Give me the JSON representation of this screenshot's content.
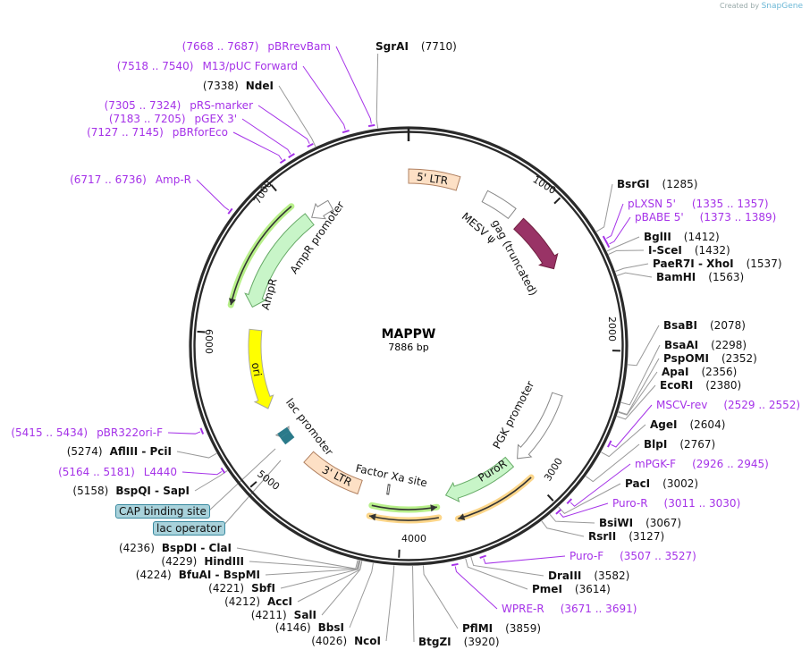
{
  "credit": {
    "prefix": "Created by",
    "brand": "SnapGene"
  },
  "plasmid": {
    "name": "MAPPW",
    "length": "7886 bp",
    "total_bp": 7886
  },
  "ticks": [
    "1000",
    "2000",
    "3000",
    "4000",
    "5000",
    "6000",
    "7000"
  ],
  "enzymes": [
    {
      "name": "SgrAI",
      "pos": "(7710)"
    },
    {
      "name": "BsrGI",
      "pos": "(1285)"
    },
    {
      "name": "BglII",
      "pos": "(1412)"
    },
    {
      "name": "I-SceI",
      "pos": "(1432)"
    },
    {
      "name": "PaeR7I  - XhoI",
      "pos": "(1537)"
    },
    {
      "name": "BamHI",
      "pos": "(1563)"
    },
    {
      "name": "BsaBI",
      "pos": "(2078)"
    },
    {
      "name": "BsaAI",
      "pos": "(2298)"
    },
    {
      "name": "PspOMI",
      "pos": "(2352)"
    },
    {
      "name": "ApaI",
      "pos": "(2356)"
    },
    {
      "name": "EcoRI",
      "pos": "(2380)"
    },
    {
      "name": "AgeI",
      "pos": "(2604)"
    },
    {
      "name": "BlpI",
      "pos": "(2767)"
    },
    {
      "name": "PacI",
      "pos": "(3002)"
    },
    {
      "name": "BsiWI",
      "pos": "(3067)"
    },
    {
      "name": "RsrII",
      "pos": "(3127)"
    },
    {
      "name": "DraIII",
      "pos": "(3582)"
    },
    {
      "name": "PmeI",
      "pos": "(3614)"
    },
    {
      "name": "PflMI",
      "pos": "(3859)"
    },
    {
      "name": "BtgZI",
      "pos": "(3920)"
    },
    {
      "name": "NcoI",
      "pos": "(4026)"
    },
    {
      "name": "BbsI",
      "pos": "(4146)"
    },
    {
      "name": "SalI",
      "pos": "(4211)"
    },
    {
      "name": "AccI",
      "pos": "(4212)"
    },
    {
      "name": "SbfI",
      "pos": "(4221)"
    },
    {
      "name": "BfuAI  - BspMI",
      "pos": "(4224)"
    },
    {
      "name": "HindIII",
      "pos": "(4229)"
    },
    {
      "name": "BspDI  - ClaI",
      "pos": "(4236)"
    },
    {
      "name": "BspQI  - SapI",
      "pos": "(5158)"
    },
    {
      "name": "AflIII  - PciI",
      "pos": "(5274)"
    },
    {
      "name": "NdeI",
      "pos": "(7338)"
    }
  ],
  "primers": [
    {
      "name": "pBRrevBam",
      "range": "(7668 .. 7687)"
    },
    {
      "name": "M13/pUC Forward",
      "range": "(7518 .. 7540)"
    },
    {
      "name": "pRS-marker",
      "range": "(7305 .. 7324)"
    },
    {
      "name": "pGEX 3'",
      "range": "(7183 .. 7205)"
    },
    {
      "name": "pBRforEco",
      "range": "(7127 .. 7145)"
    },
    {
      "name": "Amp-R",
      "range": "(6717 .. 6736)"
    },
    {
      "name": "pBR322ori-F",
      "range": "(5415 .. 5434)"
    },
    {
      "name": "L4440",
      "range": "(5164 .. 5181)"
    },
    {
      "name": "pLXSN 5'",
      "range": "(1335 .. 1357)"
    },
    {
      "name": "pBABE 5'",
      "range": "(1373 .. 1389)"
    },
    {
      "name": "MSCV-rev",
      "range": "(2529 .. 2552)"
    },
    {
      "name": "mPGK-F",
      "range": "(2926 .. 2945)"
    },
    {
      "name": "Puro-R",
      "range": "(3011 .. 3030)"
    },
    {
      "name": "Puro-F",
      "range": "(3507 .. 3527)"
    },
    {
      "name": "WPRE-R",
      "range": "(3671 .. 3691)"
    }
  ],
  "features": {
    "ltr5": "5' LTR",
    "psi": "MESV ψ",
    "gag": "gag (truncated)",
    "pgk": "PGK promoter",
    "puror": "PuroR",
    "factorxa": "Factor Xa site",
    "ltr3": "3' LTR",
    "lacpromoter": "lac promoter",
    "ori": "ori",
    "ampr": "AmpR",
    "ampr_promoter": "AmpR promoter",
    "cap": "CAP binding site",
    "lacoperator": "lac operator"
  },
  "colors": {
    "primer": "#a532e8",
    "ltr": "#fde0c5",
    "gag": "#993366",
    "marker": "#c8f5c8",
    "ori": "#ffff00",
    "orf_green": "#b8f08a",
    "orf_orange": "#fcd68a",
    "lac": "#2b7a8a",
    "callout": "#a9d2db"
  }
}
